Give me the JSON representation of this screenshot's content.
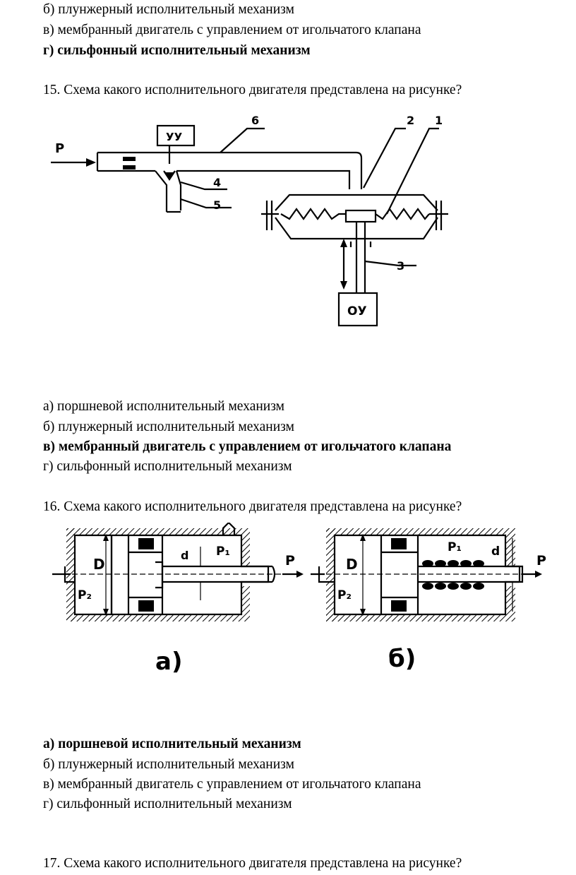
{
  "q14": {
    "option_b": "б) плунжерный исполнительный механизм",
    "option_v": "в) мембранный двигатель с управлением от игольчатого клапана",
    "option_g": "г) сильфонный исполнительный механизм"
  },
  "q15": {
    "question": "15. Схема какого исполнительного двигателя представлена на рисунке?",
    "figure": {
      "label_p": "P",
      "label_uu": "УУ",
      "label_ou": "ОУ",
      "label_1": "1",
      "label_2": "2",
      "label_3": "3",
      "label_4": "4",
      "label_5": "5",
      "label_6": "6"
    },
    "option_a": "а) поршневой исполнительный механизм",
    "option_b": "б) плунжерный исполнительный механизм",
    "option_v": "в) мембранный двигатель с управлением от игольчатого клапана",
    "option_g": "г) сильфонный исполнительный механизм"
  },
  "q16": {
    "question": "16. Схема какого исполнительного двигателя представлена на рисунке?",
    "figure_a": {
      "label_d": "D",
      "label_p2": "P₂",
      "label_d_small": "d",
      "label_p1": "P₁",
      "label_p": "P",
      "caption": "а)"
    },
    "figure_b": {
      "label_d": "D",
      "label_p2": "P₂",
      "label_p1": "P₁",
      "label_d_small": "d",
      "label_p": "P",
      "caption": "б)"
    },
    "option_a": "а) поршневой исполнительный механизм",
    "option_b": "б) плунжерный исполнительный механизм",
    "option_v": "в) мембранный двигатель с управлением от игольчатого клапана",
    "option_g": "г) сильфонный исполнительный механизм"
  },
  "q17": {
    "question": "17. Схема какого исполнительного двигателя представлена на рисунке?"
  }
}
